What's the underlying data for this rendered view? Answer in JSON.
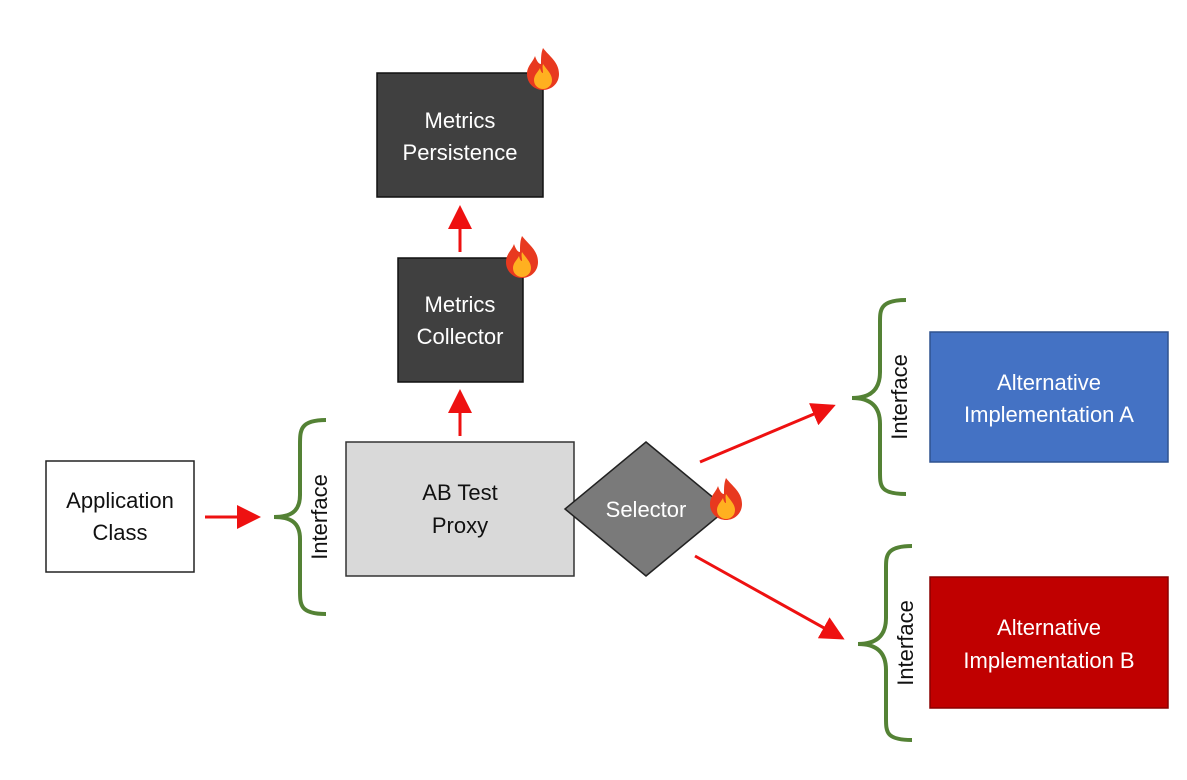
{
  "nodes": {
    "app": {
      "line1": "Application",
      "line2": "Class"
    },
    "proxy": {
      "line1": "AB Test",
      "line2": "Proxy"
    },
    "collector": {
      "line1": "Metrics",
      "line2": "Collector"
    },
    "persistence": {
      "line1": "Metrics",
      "line2": "Persistence"
    },
    "selector": {
      "label": "Selector"
    },
    "impl_a": {
      "line1": "Alternative",
      "line2": "Implementation A"
    },
    "impl_b": {
      "line1": "Alternative",
      "line2": "Implementation B"
    }
  },
  "interfaces": {
    "left": "Interface",
    "impl_a": "Interface",
    "impl_b": "Interface"
  },
  "colors": {
    "dark_box": "#404040",
    "proxy_box": "#d9d9d9",
    "selector": "#7a7a7a",
    "impl_a": "#4472c4",
    "impl_b": "#c00000",
    "arrow": "#ee1111",
    "brace": "#548235"
  },
  "icons": {
    "hot_marker": "fire-icon"
  }
}
